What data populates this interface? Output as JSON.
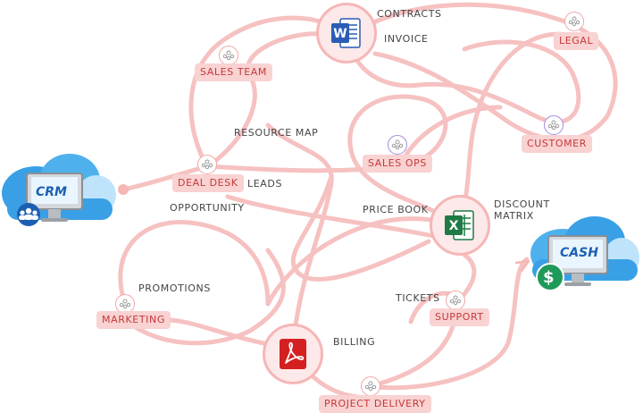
{
  "labels": {
    "contracts": "CONTRACTS",
    "invoice": "INVOICE",
    "resource_map": "RESOURCE MAP",
    "leads": "LEADS",
    "opportunity": "OPPORTUNITY",
    "price_book": "PRICE BOOK",
    "discount": "DISCOUNT",
    "matrix": "MATRIX",
    "promotions": "PROMOTIONS",
    "tickets": "TICKETS",
    "billing": "BILLING"
  },
  "teams": {
    "sales_team": "SALES TEAM",
    "legal": "LEGAL",
    "customer": "CUSTOMER",
    "sales_ops": "SALES OPS",
    "deal_desk": "DEAL DESK",
    "marketing": "MARKETING",
    "support": "SUPPORT",
    "project_delivery": "PROJECT DELIVERY"
  },
  "systems": {
    "crm": "CRM",
    "cash": "CASH"
  },
  "icons": [
    "word-doc-icon",
    "excel-doc-icon",
    "pdf-doc-icon",
    "people-icon",
    "dollar-icon"
  ],
  "colors": {
    "path": "#f6c1c1",
    "pill_bg": "#f9d2d2",
    "pill_text": "#c43a3a",
    "cloud": "#3aa0e6",
    "word": "#2b5bb5",
    "excel": "#1f7a45",
    "pdf": "#d42020",
    "dollar": "#1f9a5a"
  }
}
